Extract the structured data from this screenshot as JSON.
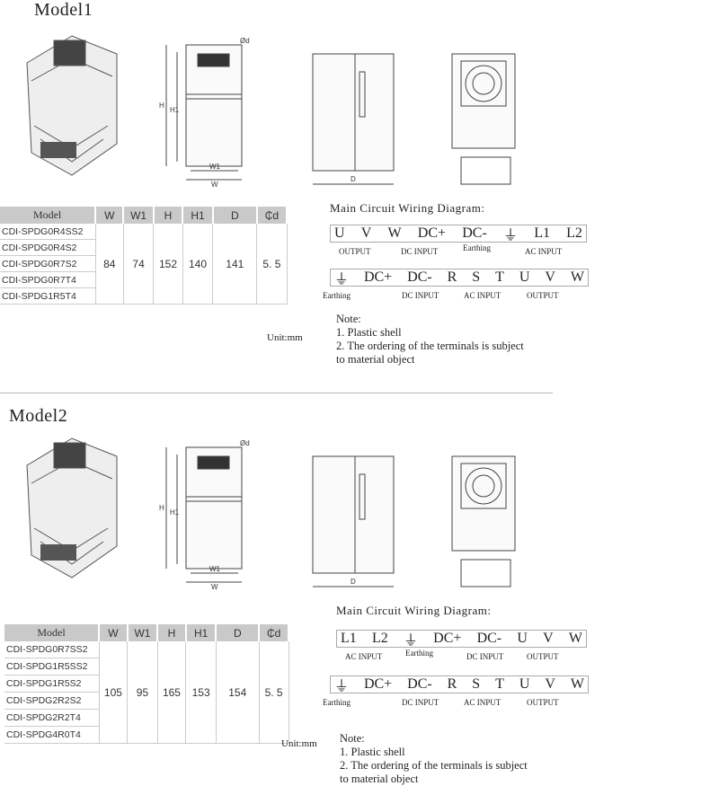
{
  "models": [
    {
      "title": "Model1",
      "dims": {
        "w": "W",
        "w1": "W1",
        "h": "H",
        "h1": "H1",
        "d": "D",
        "phi": "Ød"
      },
      "table": {
        "headers": [
          "Model",
          "W",
          "W1",
          "H",
          "H1",
          "D",
          "₵d"
        ],
        "models": [
          "CDI-SPDG0R4SS2",
          "CDI-SPDG0R4S2",
          "CDI-SPDG0R7S2",
          "CDI-SPDG0R7T4",
          "CDI-SPDG1R5T4"
        ],
        "values": [
          "84",
          "74",
          "152",
          "140",
          "141",
          "5. 5"
        ]
      },
      "unit": "Unit:mm",
      "wiring": {
        "title": "Main Circuit Wiring Diagram:",
        "row1": {
          "terminals": [
            "U",
            "V",
            "W",
            "DC+",
            "DC-",
            "⏚",
            "L1",
            "L2"
          ],
          "labels": [
            "OUTPUT",
            "DC INPUT",
            "Earthing",
            "AC INPUT"
          ]
        },
        "row2": {
          "terminals": [
            "⏚",
            "DC+",
            "DC-",
            "R",
            "S",
            "T",
            "U",
            "V",
            "W"
          ],
          "labels": [
            "Earthing",
            "DC INPUT",
            "AC INPUT",
            "OUTPUT"
          ]
        }
      },
      "note": {
        "title": "Note:",
        "lines": [
          "1. Plastic shell",
          "2. The ordering of the terminals is subject",
          "to material object"
        ]
      }
    },
    {
      "title": "Model2",
      "dims": {
        "w": "W",
        "w1": "W1",
        "h": "H",
        "h1": "H1",
        "d": "D",
        "phi": "Ød"
      },
      "table": {
        "headers": [
          "Model",
          "W",
          "W1",
          "H",
          "H1",
          "D",
          "₵d"
        ],
        "models": [
          "CDI-SPDG0R7SS2",
          "CDI-SPDG1R5SS2",
          "CDI-SPDG1R5S2",
          "CDI-SPDG2R2S2",
          "CDI-SPDG2R2T4",
          "CDI-SPDG4R0T4"
        ],
        "values": [
          "105",
          "95",
          "165",
          "153",
          "154",
          "5. 5"
        ]
      },
      "unit": "Unit:mm",
      "wiring": {
        "title": "Main Circuit Wiring Diagram:",
        "row1": {
          "terminals": [
            "L1",
            "L2",
            "⏚",
            "DC+",
            "DC-",
            "U",
            "V",
            "W"
          ],
          "labels": [
            "AC INPUT",
            "Earthing",
            "DC INPUT",
            "OUTPUT"
          ]
        },
        "row2": {
          "terminals": [
            "⏚",
            "DC+",
            "DC-",
            "R",
            "S",
            "T",
            "U",
            "V",
            "W"
          ],
          "labels": [
            "Earthing",
            "DC INPUT",
            "AC INPUT",
            "OUTPUT"
          ]
        }
      },
      "note": {
        "title": "Note:",
        "lines": [
          "1. Plastic shell",
          "2. The ordering of the terminals is subject",
          "to material object"
        ]
      }
    }
  ]
}
